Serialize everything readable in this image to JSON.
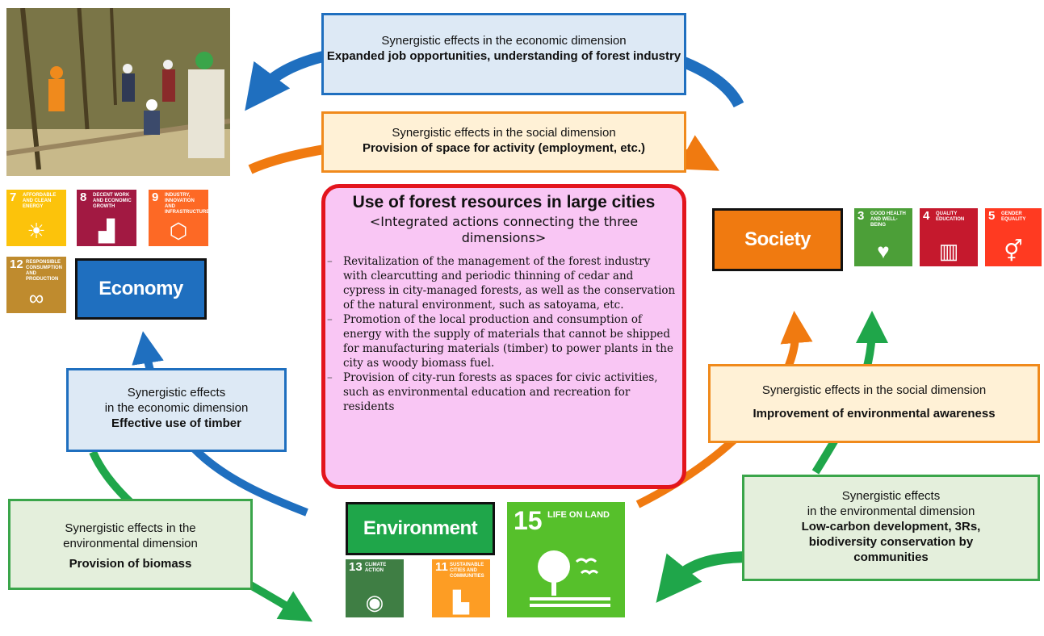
{
  "center": {
    "title": "Use of forest resources in large cities",
    "subtitle": "<Integrated actions connecting the three dimensions>",
    "items": [
      "Revitalization of the management of the forest industry with clearcutting and periodic thinning of cedar and cypress in city-managed forests, as well as the conservation of the natural environment, such as satoyama, etc.",
      "Promotion of the local production and consumption of energy with the supply of materials that cannot be shipped for manufacturing materials (timber) to power plants in the city as woody biomass fuel.",
      "Provision of city-run forests as spaces for civic activities, such as environmental education and recreation for residents"
    ]
  },
  "dimensions": {
    "economy": "Economy",
    "society": "Society",
    "environment": "Environment"
  },
  "effects": {
    "econ_top": {
      "line1": "Synergistic effects in the economic dimension",
      "bold": "Expanded job opportunities, understanding of forest industry"
    },
    "social_top": {
      "line1": "Synergistic effects in the social dimension",
      "bold": "Provision of space for activity (employment, etc.)"
    },
    "econ_left": {
      "line1": "Synergistic effects",
      "line2": "in the economic dimension",
      "bold": "Effective use of timber"
    },
    "social_right": {
      "line1": "Synergistic effects in the social dimension",
      "bold": "Improvement of environmental awareness"
    },
    "env_left": {
      "line1": "Synergistic effects in the",
      "line2": "environmental dimension",
      "bold": "Provision of biomass"
    },
    "env_right": {
      "line1": "Synergistic effects",
      "line2": "in the environmental dimension",
      "bold": "Low-carbon development, 3Rs, biodiversity conservation by communities"
    }
  },
  "sdgs": {
    "g7": {
      "num": "7",
      "title": "Affordable and clean energy",
      "color": "#fcc30b",
      "icon": "sun-icon"
    },
    "g8": {
      "num": "8",
      "title": "Decent work and economic growth",
      "color": "#a21942",
      "icon": "growth-chart-icon"
    },
    "g9": {
      "num": "9",
      "title": "Industry, innovation and infrastructure",
      "color": "#fd6925",
      "icon": "cubes-icon"
    },
    "g12": {
      "num": "12",
      "title": "Responsible consumption and production",
      "color": "#bf8b2e",
      "icon": "infinity-icon"
    },
    "g3": {
      "num": "3",
      "title": "Good health and well-being",
      "color": "#4c9f38",
      "icon": "heartbeat-icon"
    },
    "g4": {
      "num": "4",
      "title": "Quality education",
      "color": "#c5192d",
      "icon": "book-icon"
    },
    "g5": {
      "num": "5",
      "title": "Gender equality",
      "color": "#ff3a21",
      "icon": "gender-icon"
    },
    "g13": {
      "num": "13",
      "title": "Climate action",
      "color": "#3f7e44",
      "icon": "eye-globe-icon"
    },
    "g11": {
      "num": "11",
      "title": "Sustainable cities and communities",
      "color": "#fd9d24",
      "icon": "city-icon"
    },
    "g15": {
      "num": "15",
      "title": "Life on land",
      "color": "#56c02b",
      "icon": "tree-icon"
    }
  },
  "colors": {
    "economy": "#1f6fbf",
    "society": "#f07a10",
    "environment": "#1fa64a",
    "center_border": "#e3151d",
    "center_fill": "#f9c6f4"
  }
}
